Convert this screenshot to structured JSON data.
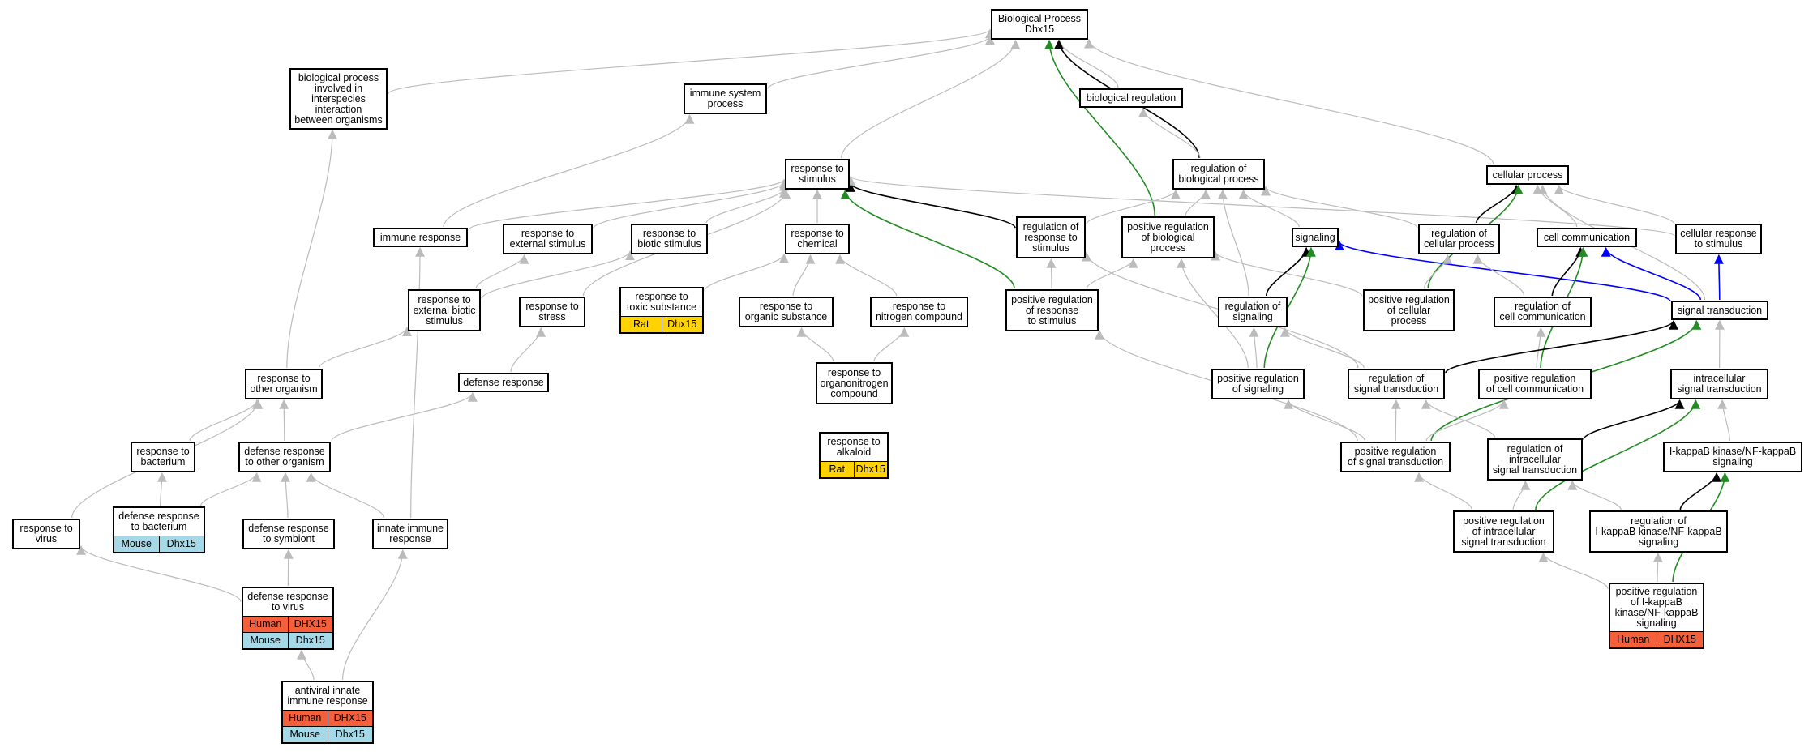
{
  "colors": {
    "edge_gray": "#bbbbbb",
    "edge_black": "#000000",
    "edge_green": "#228b22",
    "edge_blue": "#0000ff",
    "human": "#f4603c",
    "mouse": "#a6d9e8",
    "rat": "#ffd200"
  },
  "nodes": [
    {
      "id": "bp",
      "label": "Biological Process\nDhx15"
    },
    {
      "id": "interspecies",
      "label": "biological process\ninvolved in\ninterspecies\ninteraction\nbetween organisms"
    },
    {
      "id": "immune_sys",
      "label": "immune system\nprocess"
    },
    {
      "id": "bio_reg",
      "label": "biological regulation"
    },
    {
      "id": "resp_stim",
      "label": "response to\nstimulus"
    },
    {
      "id": "reg_bio_proc",
      "label": "regulation of\nbiological process"
    },
    {
      "id": "cell_proc",
      "label": "cellular process"
    },
    {
      "id": "immune_resp",
      "label": "immune response"
    },
    {
      "id": "resp_ext",
      "label": "response to\nexternal stimulus"
    },
    {
      "id": "resp_biotic",
      "label": "response to\nbiotic stimulus"
    },
    {
      "id": "resp_chem",
      "label": "response to\nchemical"
    },
    {
      "id": "reg_resp_stim",
      "label": "regulation of\nresponse to\nstimulus"
    },
    {
      "id": "pos_reg_bio",
      "label": "positive regulation\nof biological\nprocess"
    },
    {
      "id": "signaling",
      "label": "signaling"
    },
    {
      "id": "reg_cell_proc",
      "label": "regulation of\ncellular process"
    },
    {
      "id": "cell_comm",
      "label": "cell communication"
    },
    {
      "id": "cell_resp_stim",
      "label": "cellular response\nto stimulus"
    },
    {
      "id": "resp_ext_biotic",
      "label": "response to\nexternal biotic\nstimulus"
    },
    {
      "id": "resp_stress",
      "label": "response to\nstress"
    },
    {
      "id": "resp_toxic",
      "label": "response to\ntoxic substance",
      "ann": [
        [
          "Rat",
          "Dhx15"
        ]
      ]
    },
    {
      "id": "resp_organic",
      "label": "response to\norganic substance"
    },
    {
      "id": "resp_nitrogen",
      "label": "response to\nnitrogen compound"
    },
    {
      "id": "pos_reg_resp",
      "label": "positive regulation\nof response\nto stimulus"
    },
    {
      "id": "reg_signaling",
      "label": "regulation of\nsignaling"
    },
    {
      "id": "pos_reg_cell",
      "label": "positive regulation\nof cellular\nprocess"
    },
    {
      "id": "reg_cell_comm",
      "label": "regulation of\ncell communication"
    },
    {
      "id": "sig_trans",
      "label": "signal transduction"
    },
    {
      "id": "resp_other_org",
      "label": "response to\nother organism"
    },
    {
      "id": "defense_resp",
      "label": "defense response"
    },
    {
      "id": "resp_organonitro",
      "label": "response to\norganonitrogen\ncompound"
    },
    {
      "id": "pos_reg_signaling",
      "label": "positive regulation\nof signaling"
    },
    {
      "id": "reg_sig_trans",
      "label": "regulation of\nsignal transduction"
    },
    {
      "id": "pos_reg_cell_comm",
      "label": "positive regulation\nof cell communication"
    },
    {
      "id": "intra_sig",
      "label": "intracellular\nsignal transduction"
    },
    {
      "id": "resp_bacterium",
      "label": "response to\nbacterium"
    },
    {
      "id": "def_other_org",
      "label": "defense response\nto other organism"
    },
    {
      "id": "resp_alkaloid",
      "label": "response to\nalkaloid",
      "ann": [
        [
          "Rat",
          "Dhx15"
        ]
      ]
    },
    {
      "id": "pos_reg_sig_trans",
      "label": "positive regulation\nof signal transduction"
    },
    {
      "id": "reg_intra",
      "label": "regulation of\nintracellular\nsignal transduction"
    },
    {
      "id": "ikb",
      "label": "I-kappaB kinase/NF-kappaB\nsignaling"
    },
    {
      "id": "def_bacterium",
      "label": "defense response\nto bacterium",
      "ann": [
        [
          "Mouse",
          "Dhx15"
        ]
      ]
    },
    {
      "id": "resp_virus",
      "label": "response to\nvirus"
    },
    {
      "id": "def_symbiont",
      "label": "defense response\nto symbiont"
    },
    {
      "id": "innate",
      "label": "innate immune\nresponse"
    },
    {
      "id": "pos_reg_intra",
      "label": "positive regulation\nof intracellular\nsignal transduction"
    },
    {
      "id": "reg_ikb",
      "label": "regulation of\nI-kappaB kinase/NF-kappaB\nsignaling"
    },
    {
      "id": "def_virus",
      "label": "defense response\nto virus",
      "ann": [
        [
          "Human",
          "DHX15"
        ],
        [
          "Mouse",
          "Dhx15"
        ]
      ]
    },
    {
      "id": "pos_reg_ikb",
      "label": "positive regulation\nof I-kappaB\nkinase/NF-kappaB\nsignaling",
      "ann": [
        [
          "Human",
          "DHX15"
        ]
      ]
    },
    {
      "id": "antiviral",
      "label": "antiviral innate\nimmune response",
      "ann": [
        [
          "Human",
          "DHX15"
        ],
        [
          "Mouse",
          "Dhx15"
        ]
      ]
    }
  ],
  "edges": [
    {
      "from": "interspecies",
      "to": "bp",
      "color": "gray"
    },
    {
      "from": "immune_sys",
      "to": "bp",
      "color": "gray"
    },
    {
      "from": "bio_reg",
      "to": "bp",
      "color": "gray"
    },
    {
      "from": "resp_stim",
      "to": "bp",
      "color": "gray"
    },
    {
      "from": "reg_bio_proc",
      "to": "bp",
      "color": "black"
    },
    {
      "from": "cell_proc",
      "to": "bp",
      "color": "gray"
    },
    {
      "from": "pos_reg_bio",
      "to": "bp",
      "color": "green"
    },
    {
      "from": "reg_bio_proc",
      "to": "bio_reg",
      "color": "gray"
    },
    {
      "from": "immune_resp",
      "to": "immune_sys",
      "color": "gray"
    },
    {
      "from": "immune_resp",
      "to": "resp_stim",
      "color": "gray"
    },
    {
      "from": "resp_ext",
      "to": "resp_stim",
      "color": "gray"
    },
    {
      "from": "resp_biotic",
      "to": "resp_stim",
      "color": "gray"
    },
    {
      "from": "resp_chem",
      "to": "resp_stim",
      "color": "gray"
    },
    {
      "from": "reg_resp_stim",
      "to": "resp_stim",
      "color": "black"
    },
    {
      "from": "resp_stress",
      "to": "resp_stim",
      "color": "gray"
    },
    {
      "from": "pos_reg_resp",
      "to": "resp_stim",
      "color": "green"
    },
    {
      "from": "cell_resp_stim",
      "to": "resp_stim",
      "color": "gray"
    },
    {
      "from": "reg_resp_stim",
      "to": "reg_bio_proc",
      "color": "gray"
    },
    {
      "from": "pos_reg_bio",
      "to": "reg_bio_proc",
      "color": "gray"
    },
    {
      "from": "signaling",
      "to": "reg_bio_proc",
      "color": "gray"
    },
    {
      "from": "reg_cell_proc",
      "to": "reg_bio_proc",
      "color": "gray"
    },
    {
      "from": "reg_signaling",
      "to": "reg_bio_proc",
      "color": "gray"
    },
    {
      "from": "reg_cell_proc",
      "to": "cell_proc",
      "color": "black"
    },
    {
      "from": "cell_comm",
      "to": "cell_proc",
      "color": "gray"
    },
    {
      "from": "cell_resp_stim",
      "to": "cell_proc",
      "color": "gray"
    },
    {
      "from": "pos_reg_cell",
      "to": "cell_proc",
      "color": "green"
    },
    {
      "from": "sig_trans",
      "to": "cell_proc",
      "color": "gray"
    },
    {
      "from": "resp_ext_biotic",
      "to": "resp_ext",
      "color": "gray"
    },
    {
      "from": "resp_ext_biotic",
      "to": "resp_biotic",
      "color": "gray"
    },
    {
      "from": "resp_toxic",
      "to": "resp_chem",
      "color": "gray"
    },
    {
      "from": "resp_organic",
      "to": "resp_chem",
      "color": "gray"
    },
    {
      "from": "resp_nitrogen",
      "to": "resp_chem",
      "color": "gray"
    },
    {
      "from": "pos_reg_resp",
      "to": "reg_resp_stim",
      "color": "gray"
    },
    {
      "from": "pos_reg_resp",
      "to": "pos_reg_bio",
      "color": "gray"
    },
    {
      "from": "pos_reg_cell",
      "to": "pos_reg_bio",
      "color": "gray"
    },
    {
      "from": "pos_reg_signaling",
      "to": "pos_reg_bio",
      "color": "gray"
    },
    {
      "from": "reg_signaling",
      "to": "signaling",
      "color": "black"
    },
    {
      "from": "pos_reg_signaling",
      "to": "signaling",
      "color": "green"
    },
    {
      "from": "sig_trans",
      "to": "signaling",
      "color": "blue"
    },
    {
      "from": "pos_reg_cell",
      "to": "reg_cell_proc",
      "color": "gray"
    },
    {
      "from": "reg_cell_comm",
      "to": "reg_cell_proc",
      "color": "gray"
    },
    {
      "from": "reg_cell_comm",
      "to": "cell_comm",
      "color": "black"
    },
    {
      "from": "pos_reg_cell_comm",
      "to": "cell_comm",
      "color": "green"
    },
    {
      "from": "sig_trans",
      "to": "cell_comm",
      "color": "blue"
    },
    {
      "from": "sig_trans",
      "to": "cell_resp_stim",
      "color": "blue"
    },
    {
      "from": "resp_other_org",
      "to": "resp_ext_biotic",
      "color": "gray"
    },
    {
      "from": "resp_other_org",
      "to": "interspecies",
      "color": "gray"
    },
    {
      "from": "defense_resp",
      "to": "resp_stress",
      "color": "gray"
    },
    {
      "from": "resp_organonitro",
      "to": "resp_organic",
      "color": "gray"
    },
    {
      "from": "resp_organonitro",
      "to": "resp_nitrogen",
      "color": "gray"
    },
    {
      "from": "pos_reg_signaling",
      "to": "reg_signaling",
      "color": "gray"
    },
    {
      "from": "reg_sig_trans",
      "to": "reg_signaling",
      "color": "gray"
    },
    {
      "from": "reg_sig_trans",
      "to": "reg_resp_stim",
      "color": "gray"
    },
    {
      "from": "pos_reg_cell_comm",
      "to": "reg_cell_comm",
      "color": "gray"
    },
    {
      "from": "reg_sig_trans",
      "to": "sig_trans",
      "color": "black"
    },
    {
      "from": "pos_reg_sig_trans",
      "to": "sig_trans",
      "color": "green"
    },
    {
      "from": "intra_sig",
      "to": "sig_trans",
      "color": "gray"
    },
    {
      "from": "resp_bacterium",
      "to": "resp_other_org",
      "color": "gray"
    },
    {
      "from": "def_other_org",
      "to": "resp_other_org",
      "color": "gray"
    },
    {
      "from": "resp_virus",
      "to": "resp_other_org",
      "color": "gray"
    },
    {
      "from": "def_other_org",
      "to": "defense_resp",
      "color": "gray"
    },
    {
      "from": "pos_reg_sig_trans",
      "to": "pos_reg_resp",
      "color": "gray"
    },
    {
      "from": "pos_reg_sig_trans",
      "to": "pos_reg_signaling",
      "color": "gray"
    },
    {
      "from": "pos_reg_sig_trans",
      "to": "reg_sig_trans",
      "color": "gray"
    },
    {
      "from": "pos_reg_sig_trans",
      "to": "pos_reg_cell_comm",
      "color": "gray"
    },
    {
      "from": "reg_intra",
      "to": "reg_sig_trans",
      "color": "gray"
    },
    {
      "from": "reg_intra",
      "to": "intra_sig",
      "color": "black"
    },
    {
      "from": "pos_reg_intra",
      "to": "intra_sig",
      "color": "green"
    },
    {
      "from": "ikb",
      "to": "intra_sig",
      "color": "gray"
    },
    {
      "from": "def_bacterium",
      "to": "resp_bacterium",
      "color": "gray"
    },
    {
      "from": "def_bacterium",
      "to": "def_other_org",
      "color": "gray"
    },
    {
      "from": "def_symbiont",
      "to": "def_other_org",
      "color": "gray"
    },
    {
      "from": "innate",
      "to": "def_other_org",
      "color": "gray"
    },
    {
      "from": "innate",
      "to": "immune_resp",
      "color": "gray"
    },
    {
      "from": "def_virus",
      "to": "resp_virus",
      "color": "gray"
    },
    {
      "from": "def_virus",
      "to": "def_symbiont",
      "color": "gray"
    },
    {
      "from": "pos_reg_intra",
      "to": "reg_intra",
      "color": "gray"
    },
    {
      "from": "pos_reg_intra",
      "to": "pos_reg_sig_trans",
      "color": "gray"
    },
    {
      "from": "reg_ikb",
      "to": "reg_intra",
      "color": "gray"
    },
    {
      "from": "reg_ikb",
      "to": "ikb",
      "color": "black"
    },
    {
      "from": "pos_reg_ikb",
      "to": "pos_reg_intra",
      "color": "gray"
    },
    {
      "from": "pos_reg_ikb",
      "to": "reg_ikb",
      "color": "gray"
    },
    {
      "from": "pos_reg_ikb",
      "to": "ikb",
      "color": "green"
    },
    {
      "from": "antiviral",
      "to": "def_virus",
      "color": "gray"
    },
    {
      "from": "antiviral",
      "to": "innate",
      "color": "gray"
    }
  ]
}
